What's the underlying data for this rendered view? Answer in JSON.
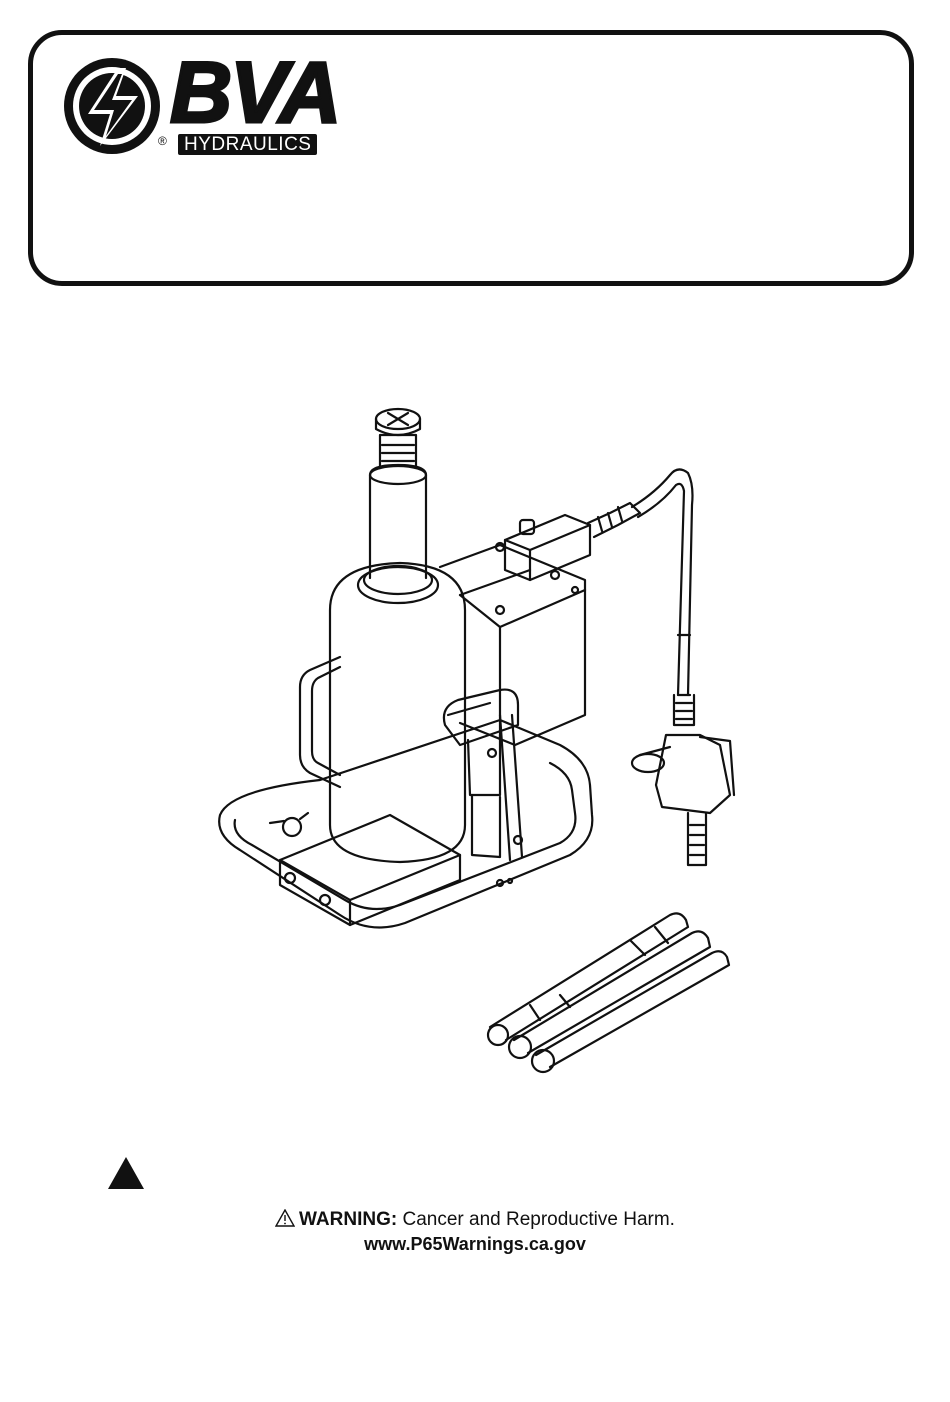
{
  "brand": {
    "name": "BVA",
    "subtitle": "HYDRAULICS",
    "registered_mark": "®"
  },
  "warning": {
    "label": "WARNING:",
    "text": "Cancer and Reproductive Harm.",
    "url": "www.P65Warnings.ca.gov"
  },
  "icons": {
    "logo": "lightning-bolt-circle-icon",
    "caution": "caution-triangle-icon",
    "warning_small": "warning-triangle-icon"
  }
}
